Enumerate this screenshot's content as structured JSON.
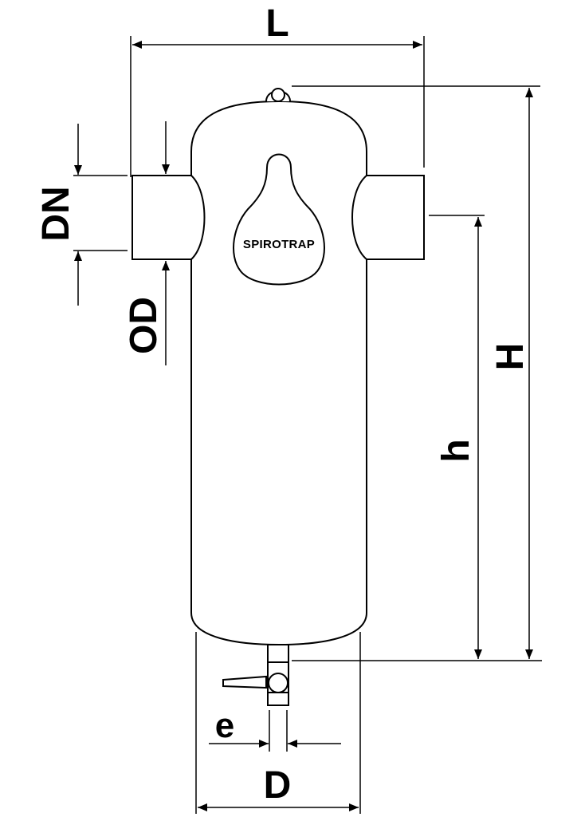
{
  "labels": {
    "length": "L",
    "nominal_diameter": "DN",
    "outer_diameter": "OD",
    "total_height": "H",
    "connection_height": "h",
    "drain_offset": "e",
    "vessel_diameter": "D"
  },
  "brand": "SPIROTRAP",
  "colors": {
    "stroke": "#000000",
    "fill": "#ffffff"
  }
}
